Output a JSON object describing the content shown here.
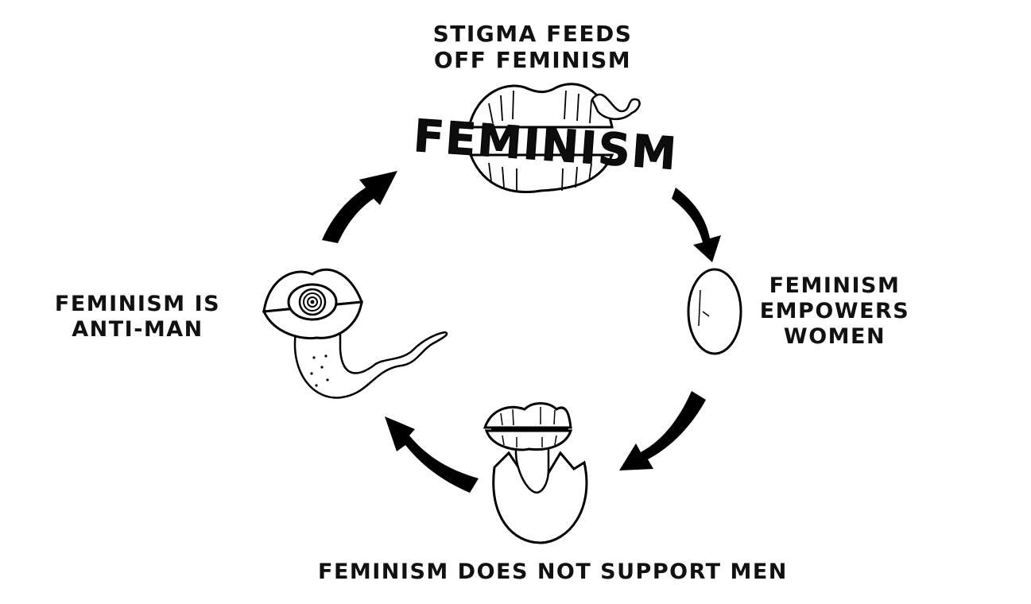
{
  "diagram": {
    "headline_word": "FEMINISM",
    "stages": {
      "top": {
        "lines": [
          "STIGMA FEEDS",
          "OFF FEMINISM"
        ]
      },
      "right": {
        "lines": [
          "FEMINISM",
          "EMPOWERS",
          "WOMEN"
        ]
      },
      "bottom": {
        "lines": [
          "FEMINISM DOES NOT SUPPORT MEN"
        ]
      },
      "left": {
        "lines": [
          "FEMINISM IS",
          "ANTI-MAN"
        ]
      }
    },
    "colors": {
      "ink": "#000000",
      "background": "#ffffff"
    },
    "icons": [
      "lips-icon",
      "egg-icon",
      "hatching-egg-icon",
      "eye-lips-worm-icon",
      "cycle-arrow-icon"
    ]
  }
}
